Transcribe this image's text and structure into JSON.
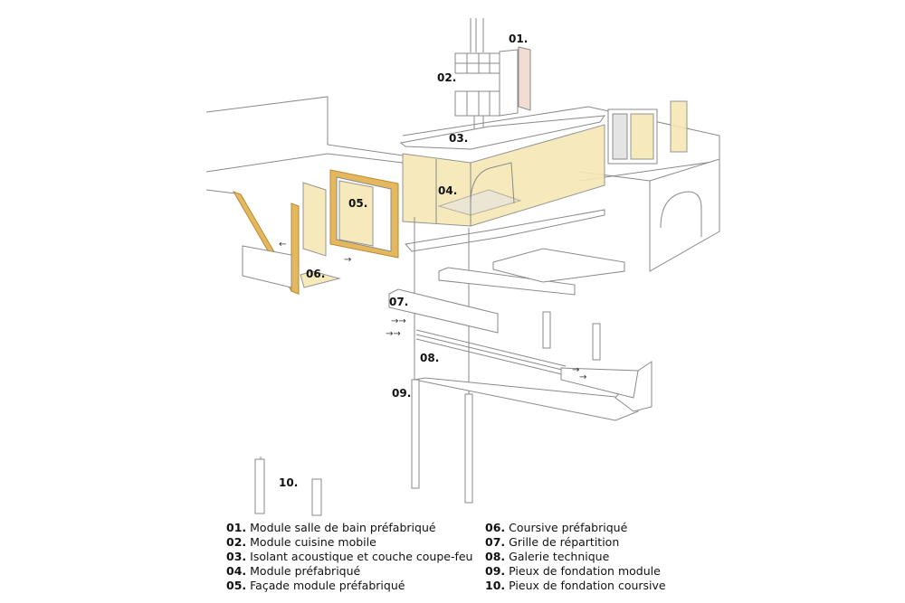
{
  "labels": {
    "l01": "01.",
    "l02": "02.",
    "l03": "03.",
    "l04": "04.",
    "l05": "05.",
    "l06": "06.",
    "l07": "07.",
    "l08": "08.",
    "l09": "09.",
    "l10": "10."
  },
  "legend": {
    "left": [
      {
        "num": "01.",
        "text": "Module salle de bain préfabriqué"
      },
      {
        "num": "02.",
        "text": "Module cuisine mobile"
      },
      {
        "num": "03.",
        "text": "Isolant acoustique et couche coupe-feu"
      },
      {
        "num": "04.",
        "text": "Module préfabriqué"
      },
      {
        "num": "05.",
        "text": "Façade module préfabriqué"
      }
    ],
    "right": [
      {
        "num": "06.",
        "text": "Coursive préfabriqué"
      },
      {
        "num": "07.",
        "text": "Grille de répartition"
      },
      {
        "num": "08.",
        "text": "Galerie technique"
      },
      {
        "num": "09.",
        "text": "Pieux de fondation module"
      },
      {
        "num": "10.",
        "text": "Pieux de fondation coursive"
      }
    ]
  },
  "colors": {
    "module_fill": "#f6e7b4",
    "facade_frame": "#e6b85e",
    "line": "#8a8a8a"
  }
}
